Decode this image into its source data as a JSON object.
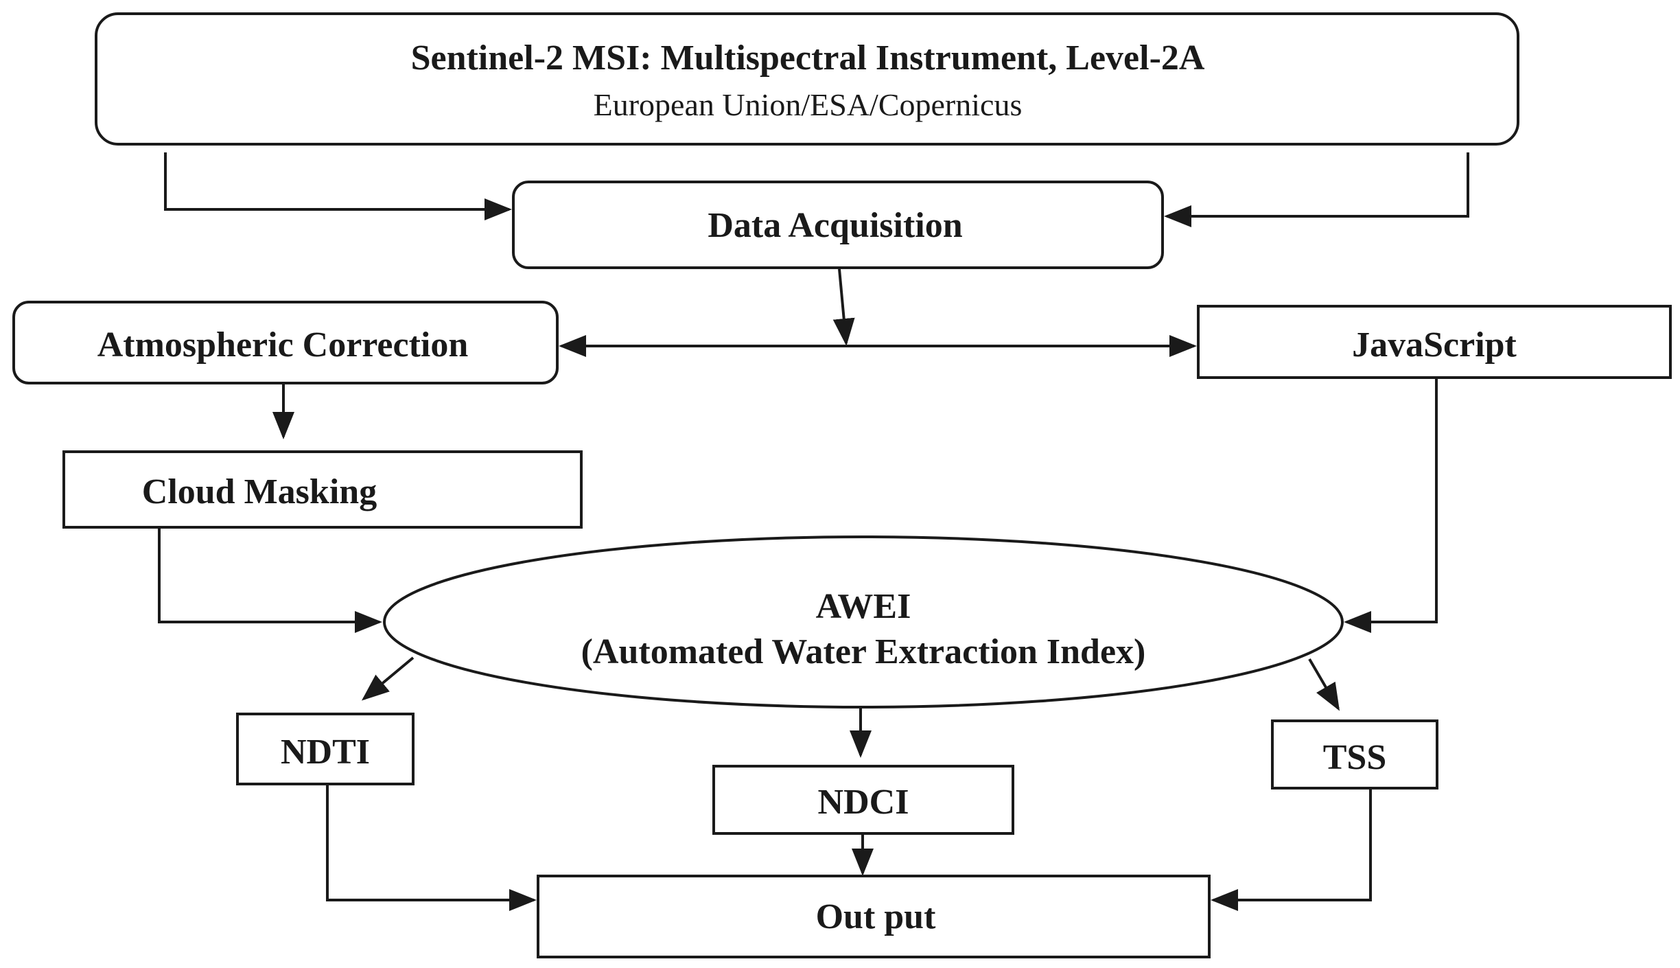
{
  "nodes": {
    "sentinel": {
      "title": "Sentinel-2 MSI: Multispectral Instrument, Level-2A",
      "subtitle": "European Union/ESA/Copernicus"
    },
    "data_acquisition": {
      "label": "Data Acquisition"
    },
    "atmospheric_correction": {
      "label": "Atmospheric Correction"
    },
    "javascript": {
      "label": "JavaScript"
    },
    "cloud_masking": {
      "label": "Cloud Masking"
    },
    "awei": {
      "label": "AWEI",
      "sublabel": "(Automated Water Extraction Index)"
    },
    "ndti": {
      "label": "NDTI"
    },
    "ndci": {
      "label": "NDCI"
    },
    "tss": {
      "label": "TSS"
    },
    "output": {
      "label": "Out put"
    }
  },
  "edges": [
    {
      "from": "sentinel",
      "to": "data_acquisition"
    },
    {
      "from": "sentinel",
      "to": "data_acquisition"
    },
    {
      "from": "data_acquisition",
      "to": "atmospheric_correction"
    },
    {
      "from": "data_acquisition",
      "to": "javascript"
    },
    {
      "from": "atmospheric_correction",
      "to": "cloud_masking"
    },
    {
      "from": "cloud_masking",
      "to": "awei"
    },
    {
      "from": "javascript",
      "to": "awei"
    },
    {
      "from": "awei",
      "to": "ndti"
    },
    {
      "from": "awei",
      "to": "ndci"
    },
    {
      "from": "awei",
      "to": "tss"
    },
    {
      "from": "ndti",
      "to": "output"
    },
    {
      "from": "ndci",
      "to": "output"
    },
    {
      "from": "tss",
      "to": "output"
    }
  ],
  "colors": {
    "stroke": "#1a1a1a",
    "fill": "#ffffff",
    "text": "#1a1a1a"
  }
}
